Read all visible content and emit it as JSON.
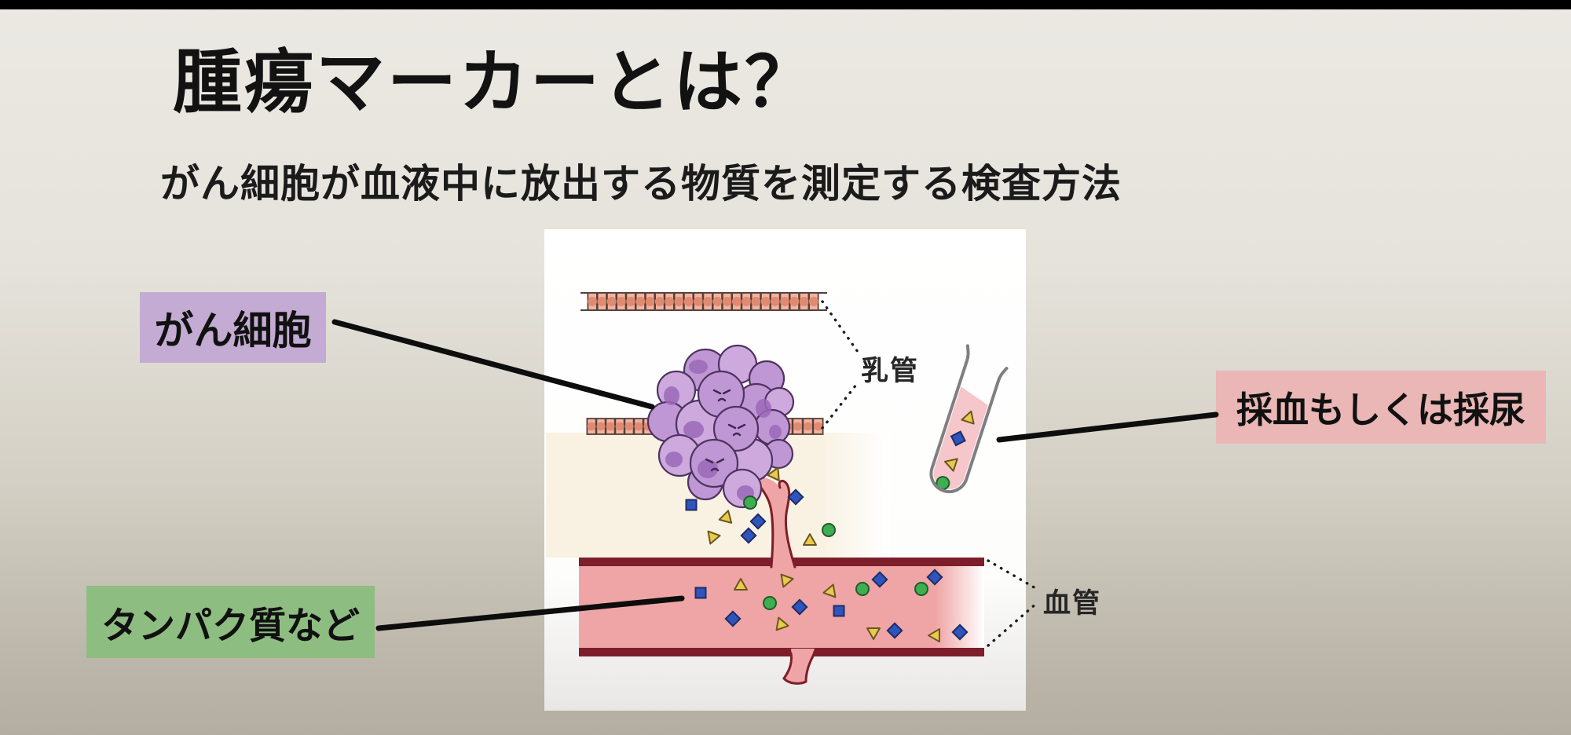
{
  "slide": {
    "title": "腫瘍マーカーとは？",
    "subtitle": "がん細胞が血液中に放出する物質を測定する検査方法"
  },
  "callouts": {
    "cancer_cells": {
      "label": "がん細胞",
      "bg": "#c3abd3"
    },
    "proteins": {
      "label": "タンパク質など",
      "bg": "#8ebd81"
    },
    "sampling": {
      "label": "採血もしくは採尿",
      "bg": "#eab6b6"
    }
  },
  "annotations": {
    "milk_duct": "乳管",
    "blood_vessel": "血管"
  },
  "illustration": {
    "marker_shapes": [
      {
        "icon": "triangle-marker-icon",
        "color": "#e9c94f"
      },
      {
        "icon": "square-marker-icon",
        "color": "#2f55bd"
      },
      {
        "icon": "circle-marker-icon",
        "color": "#3fae51"
      }
    ],
    "colors": {
      "panel": "#ffffff",
      "tissue": "#f9f2e3",
      "vessel_fill": "#efa5a5",
      "vessel_wall": "#7d1e2b",
      "duct_cell": "#f4b29f",
      "cancer_cell": "#bf97d4",
      "tube_liquid": "#f5c6ca"
    }
  },
  "background": {
    "top": "#ebe9e3",
    "bottom": "#b3aea1",
    "letterbox": "#000000"
  }
}
